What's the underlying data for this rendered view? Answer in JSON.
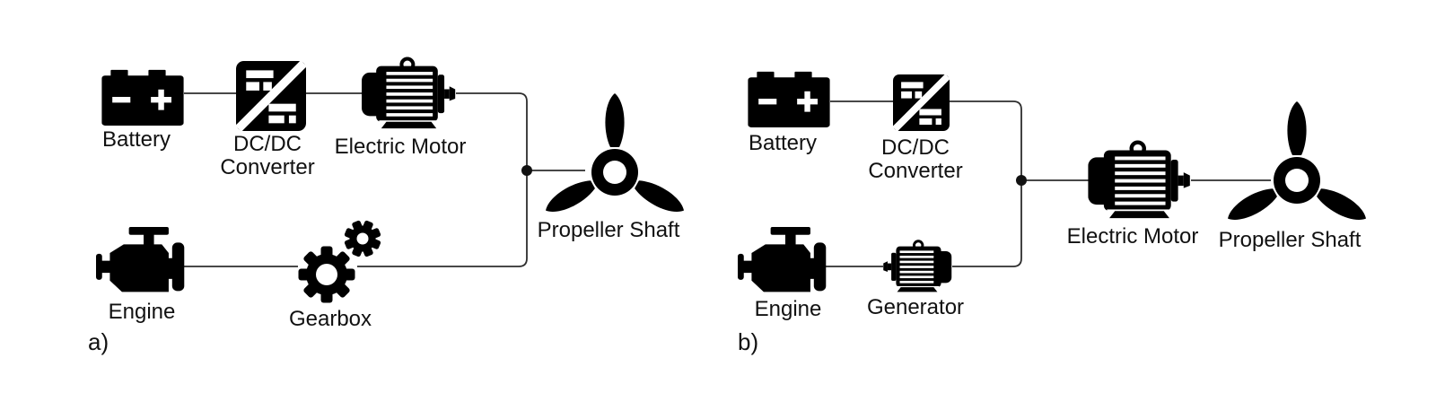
{
  "figure": {
    "background": "#ffffff",
    "icon_color": "#000000",
    "wire_color": "#2e2e2e",
    "text_color": "#111111"
  },
  "a": {
    "tag": "a)",
    "battery_label": "Battery",
    "dcdc_line1": "DC/DC",
    "dcdc_line2": "Converter",
    "motor_label": "Electric Motor",
    "propeller_label": "Propeller Shaft",
    "engine_label": "Engine",
    "gearbox_label": "Gearbox"
  },
  "b": {
    "tag": "b)",
    "battery_label": "Battery",
    "dcdc_line1": "DC/DC",
    "dcdc_line2": "Converter",
    "motor_label": "Electric Motor",
    "propeller_label": "Propeller Shaft",
    "engine_label": "Engine",
    "generator_label": "Generator"
  },
  "icons": [
    "battery-icon",
    "dcdc-converter-icon",
    "electric-motor-icon",
    "propeller-icon",
    "engine-icon",
    "gearbox-icon",
    "generator-icon"
  ]
}
